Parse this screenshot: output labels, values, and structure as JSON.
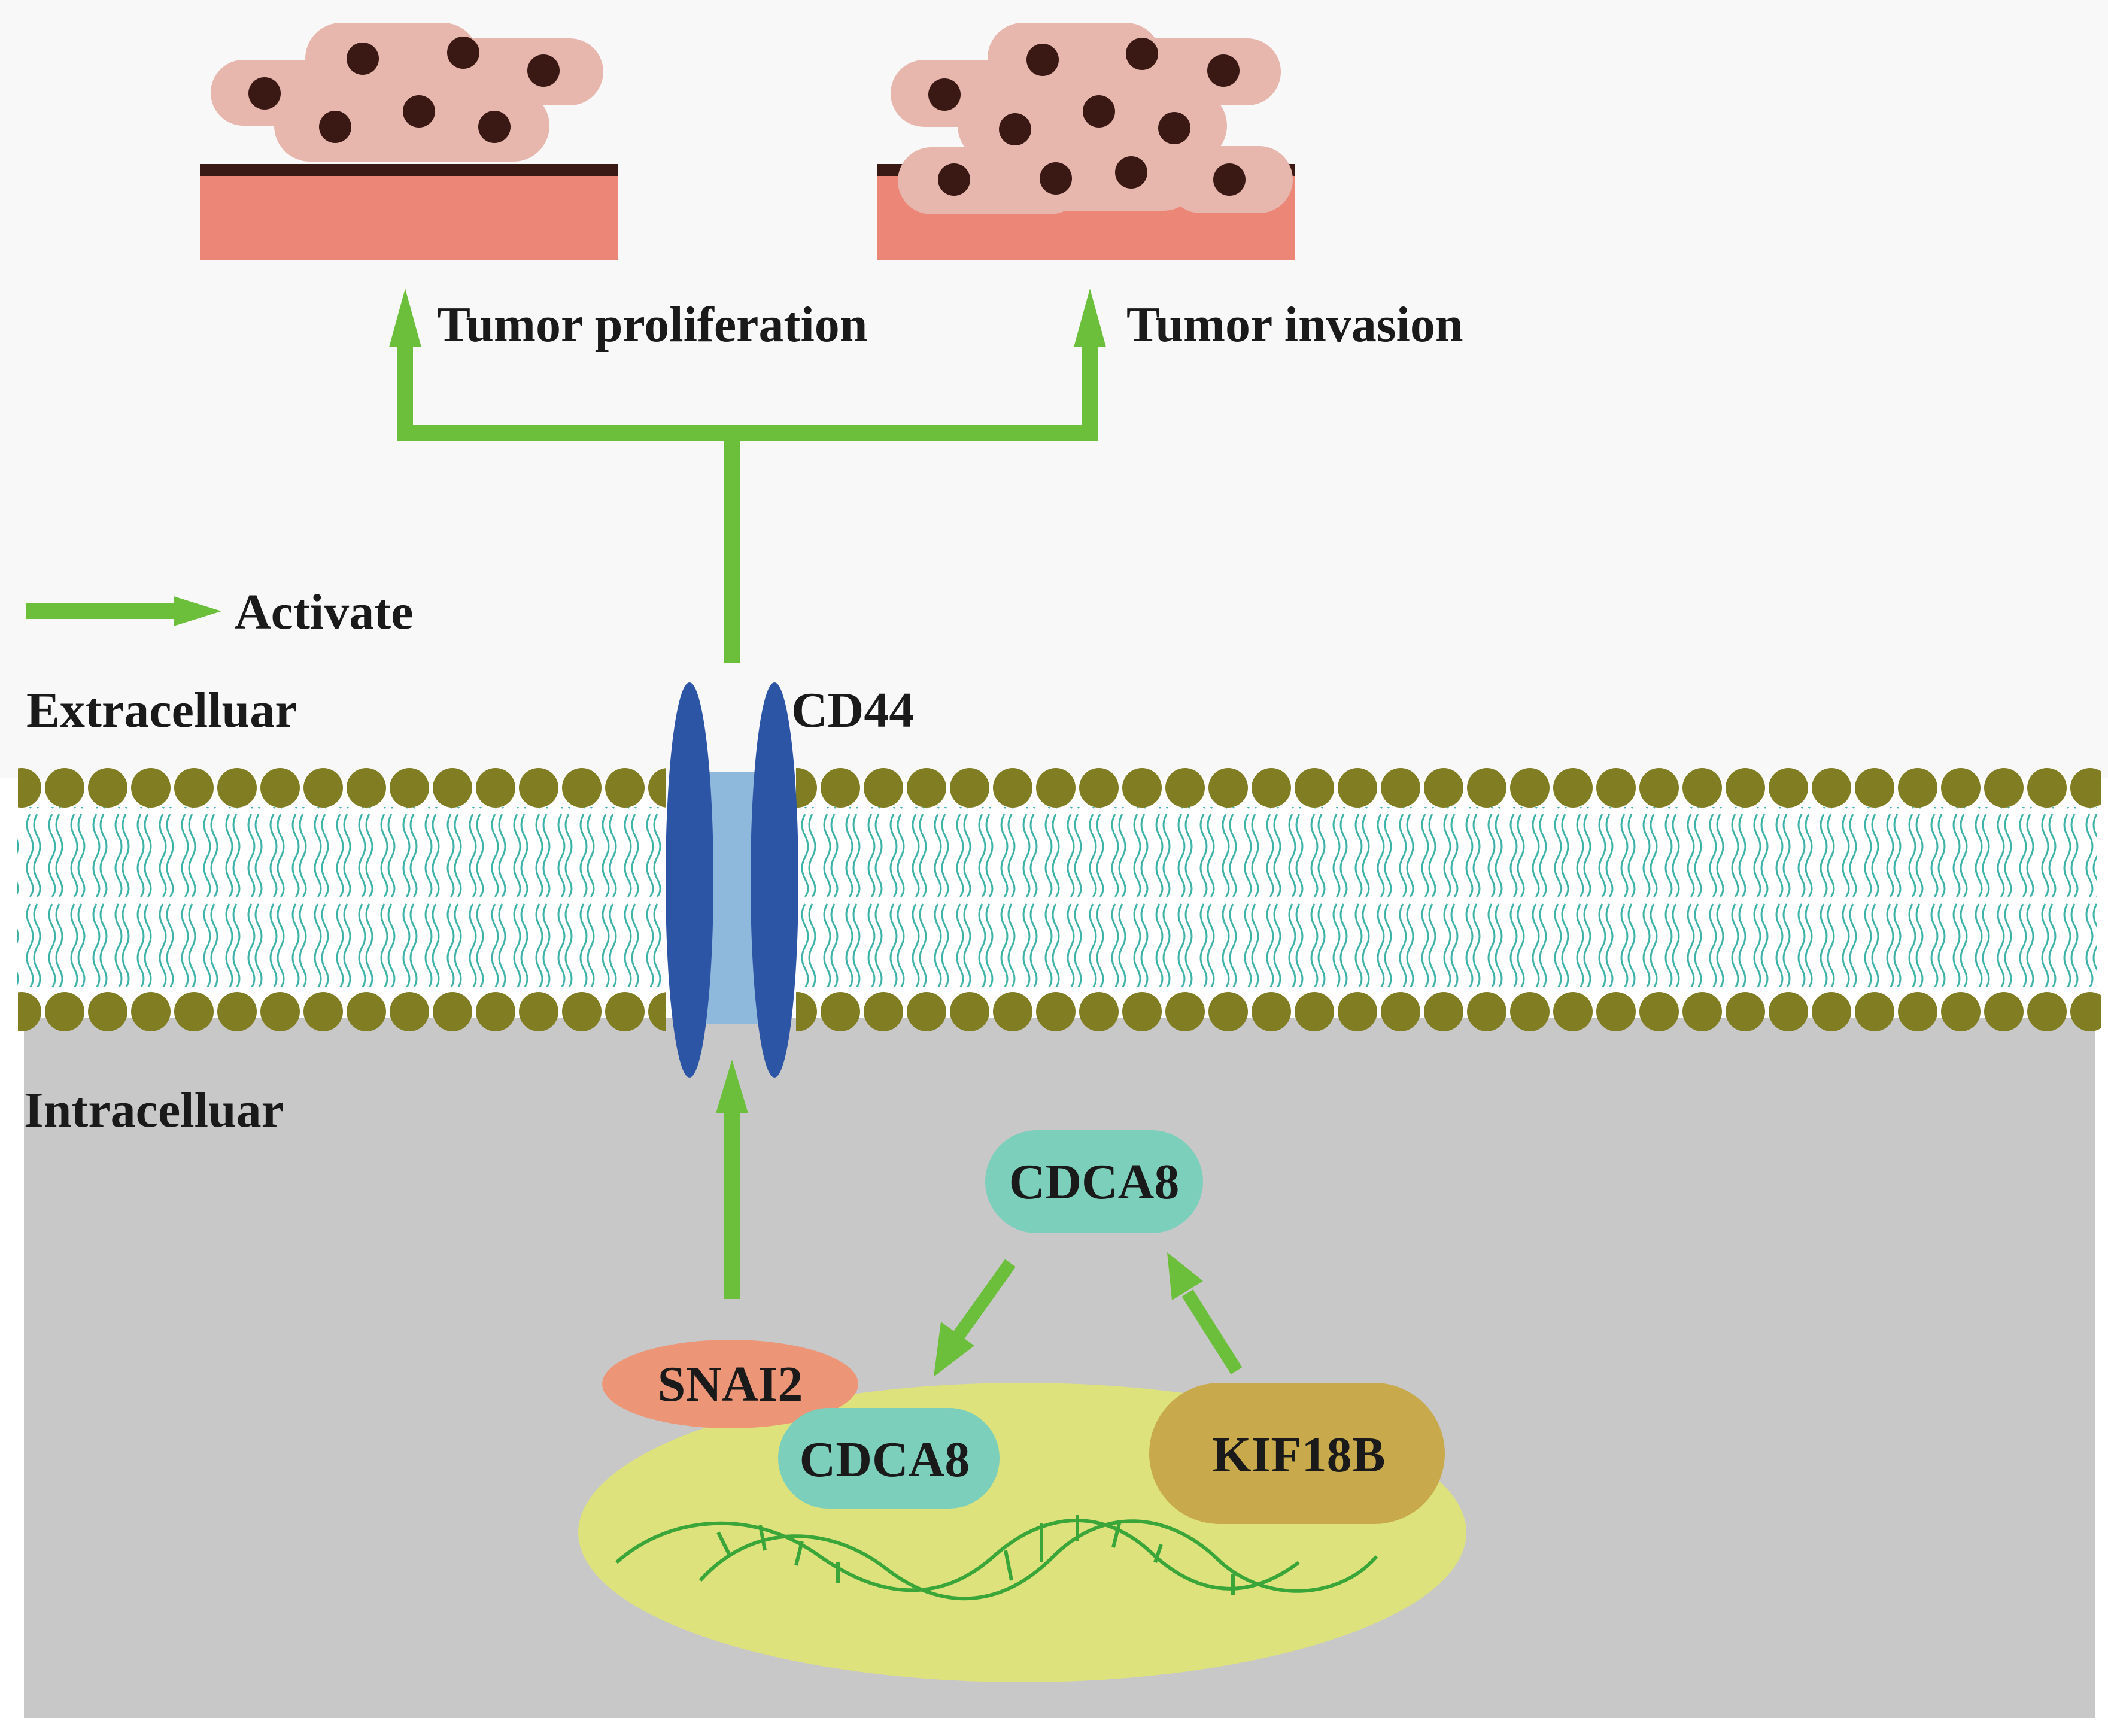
{
  "labels": {
    "tumor_proliferation": "Tumor proliferation",
    "tumor_invasion": "Tumor invasion",
    "legend_activate": "Activate",
    "extracellular": "Extracelluar",
    "intracellular": "Intracelluar",
    "cd44": "CD44",
    "cdca8_cytoplasm": "CDCA8",
    "snai2": "SNAI2",
    "cdca8_nucleus": "CDCA8",
    "kif18b": "KIF18B"
  },
  "colors": {
    "arrow_green": "#6cbf3a",
    "membrane_head": "#807d22",
    "membrane_tail": "#3fb3a8",
    "cd44_dark": "#2d55a6",
    "cd44_light": "#8fb8dd",
    "intracellular_bg": "#c8c8c8",
    "extracellular_bg": "#f8f8f8",
    "nucleus": "#dde27c",
    "dna": "#3aa63a",
    "cdca8": "#7ccfbb",
    "snai2": "#ec9577",
    "kif18b": "#c8aa4c",
    "tissue": "#ec8677",
    "cell": "#e7b6ad",
    "cell_nucleus": "#3a1814"
  },
  "icons": {
    "proliferation_tissue": "tumor-proliferation-icon",
    "invasion_tissue": "tumor-invasion-icon",
    "dna": "dna-helix-icon"
  }
}
